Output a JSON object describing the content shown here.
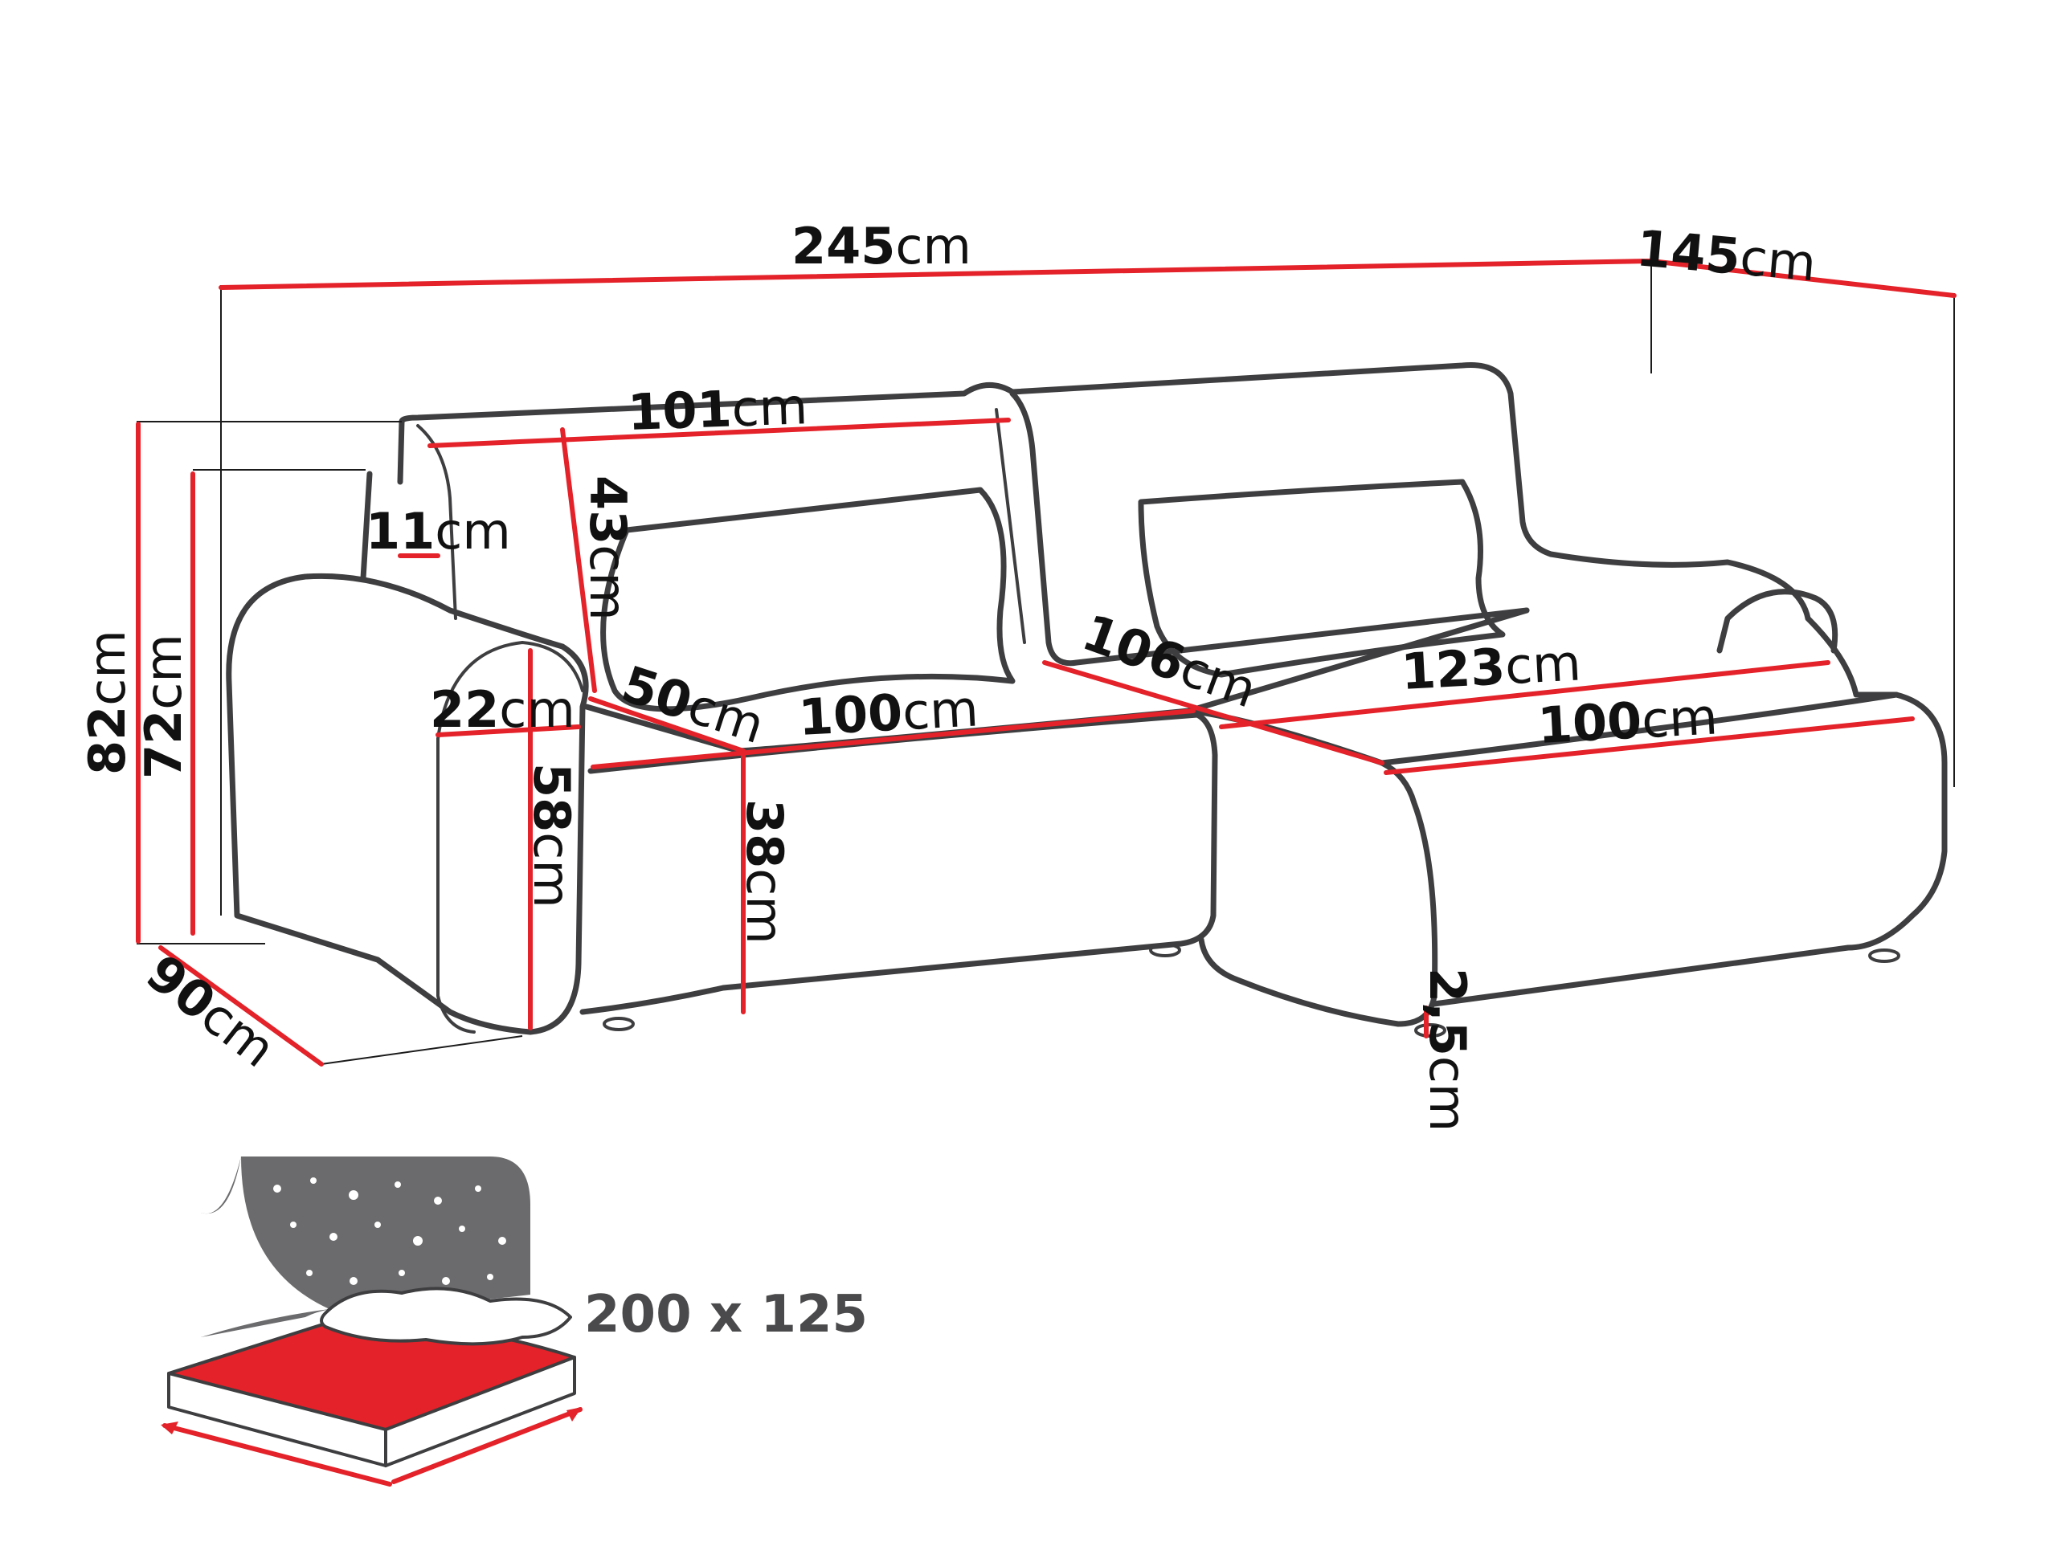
{
  "colors": {
    "dimension_line": "#e32229",
    "outline": "#3e3e40",
    "bed_panel": "#6b6b6d",
    "bed_mattress": "#e32229"
  },
  "dimensions": {
    "total_width": {
      "value": "245",
      "unit": "cm"
    },
    "chaise_depth": {
      "value": "145",
      "unit": "cm"
    },
    "backrest_width": {
      "value": "101",
      "unit": "cm"
    },
    "arm_top": {
      "value": "11",
      "unit": "cm"
    },
    "backrest_height": {
      "value": "43",
      "unit": "cm"
    },
    "arm_width": {
      "value": "22",
      "unit": "cm"
    },
    "seat_depth": {
      "value": "50",
      "unit": "cm"
    },
    "seat_width": {
      "value": "100",
      "unit": "cm"
    },
    "seat_diagonal": {
      "value": "106",
      "unit": "cm"
    },
    "chaise_length": {
      "value": "123",
      "unit": "cm"
    },
    "chaise_width": {
      "value": "100",
      "unit": "cm"
    },
    "total_height": {
      "value": "82",
      "unit": "cm"
    },
    "back_height": {
      "value": "72",
      "unit": "cm"
    },
    "arm_height": {
      "value": "58",
      "unit": "cm"
    },
    "seat_height": {
      "value": "38",
      "unit": "cm"
    },
    "leg_height": {
      "value": "2,5",
      "unit": "cm"
    },
    "depth": {
      "value": "90",
      "unit": "cm"
    }
  },
  "bed": {
    "icons": [
      "moon-icon",
      "stars-icon",
      "pillow-icon",
      "mattress-icon"
    ],
    "sleeping_area": "200 x 125"
  }
}
